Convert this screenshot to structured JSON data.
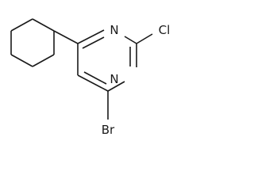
{
  "structure": {
    "atoms": {
      "n3": "N",
      "n1": "N",
      "cl": "Cl",
      "br": "Br"
    }
  }
}
